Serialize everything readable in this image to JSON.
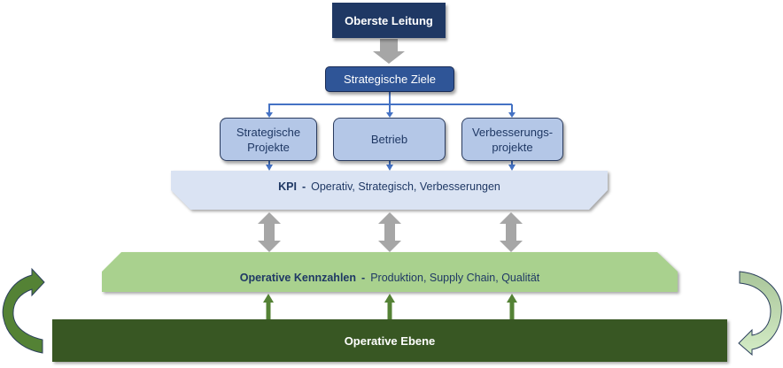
{
  "diagram": {
    "top": {
      "label": "Oberste Leitung"
    },
    "goals": {
      "label": "Strategische Ziele"
    },
    "branches": [
      {
        "line1": "Strategische",
        "line2": "Projekte"
      },
      {
        "line1": "Betrieb"
      },
      {
        "line1": "Verbesserungs-",
        "line2": "projekte"
      }
    ],
    "kpi": {
      "title": "KPI",
      "separator": "-",
      "detail": "Operativ, Strategisch, Verbesserungen"
    },
    "operative_metrics": {
      "title": "Operative Kennzahlen",
      "separator": "-",
      "detail": "Produktion, Supply Chain, Qualität"
    },
    "operative_level": {
      "label": "Operative Ebene"
    }
  },
  "colors": {
    "top_box": "#1f3864",
    "goals_box": "#2f5597",
    "branch_box": "#b4c7e7",
    "kpi_band": "#dae3f3",
    "metrics_band": "#a9d18e",
    "level_bar": "#385723",
    "connector": "#4472c4",
    "grey_arrow": "#a6a6a6",
    "green_arrow": "#548235"
  }
}
